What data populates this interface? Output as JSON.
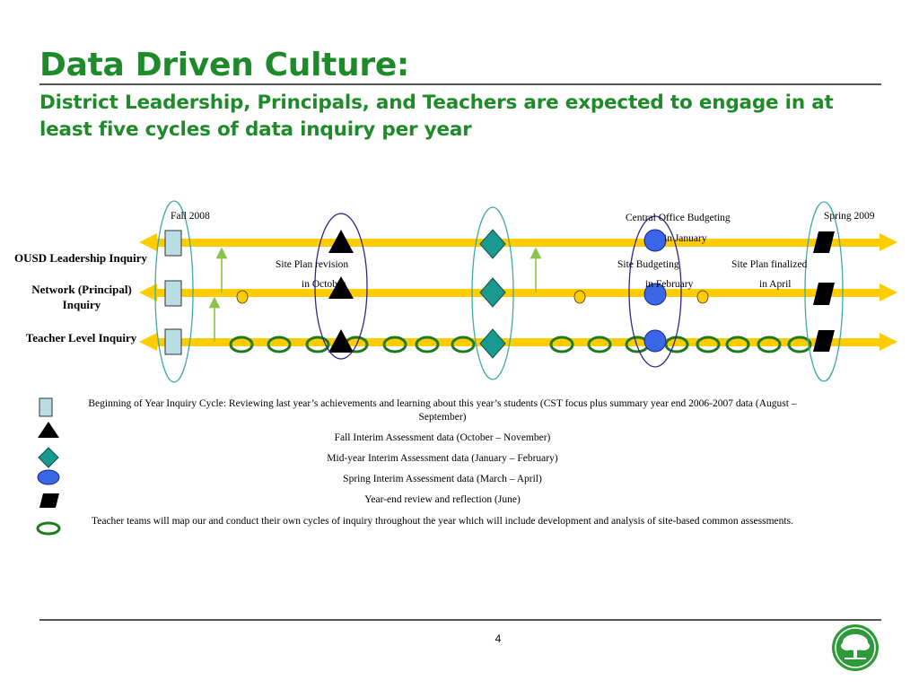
{
  "slide": {
    "title": "Data Driven Culture:",
    "subtitle": "District Leadership, Principals, and Teachers are expected to engage in at least five cycles of data inquiry per year",
    "page_number": "4"
  },
  "diagram": {
    "rows": [
      {
        "label": "OUSD Leadership Inquiry"
      },
      {
        "label": "Network (Principal) Inquiry"
      },
      {
        "label": "Teacher Level Inquiry"
      }
    ],
    "timeline": {
      "start_label": "Fall 2008",
      "end_label": "Spring 2009"
    },
    "annotations": {
      "central_office_line1": "Central Office Budgeting",
      "central_office_line2": "in January",
      "site_plan_revision_line1": "Site Plan revision",
      "site_plan_revision_line2": "in October",
      "site_budgeting_line1": "Site Budgeting",
      "site_budgeting_line2": "in February",
      "site_plan_finalized_line1": "Site Plan finalized",
      "site_plan_finalized_line2": "in April"
    },
    "colors": {
      "timeline": "#ffcc00",
      "boy_square": "#b9dde2",
      "fall_triangle": "#000000",
      "midyear_diamond": "#1a9a8e",
      "spring_circle": "#3a66e8",
      "yearend_parallelogram": "#000000",
      "teacher_ellipse_stroke": "#1f7a1f",
      "small_dot": "#ffcc00",
      "arrow": "#8bc34a",
      "highlight_teal": "#3ea8a8",
      "highlight_navy": "#2a2a8a"
    }
  },
  "legend": {
    "items": [
      {
        "icon": "square-icon",
        "text": "Beginning of Year Inquiry Cycle:  Reviewing last year’s achievements and learning about this year’s students (CST focus plus summary year end 2006-2007 data (August – September)"
      },
      {
        "icon": "triangle-icon",
        "text": "Fall Interim Assessment data (October – November)"
      },
      {
        "icon": "diamond-icon",
        "text": "Mid-year Interim Assessment data (January – February)"
      },
      {
        "icon": "circle-icon",
        "text": "Spring Interim Assessment data (March – April)"
      },
      {
        "icon": "parallelogram-icon",
        "text": "Year-end review and reflection (June)"
      },
      {
        "icon": "ellipse-icon",
        "text": "Teacher teams will map our and conduct their own cycles of inquiry throughout the year which will include development and analysis of site-based common assessments."
      }
    ]
  }
}
